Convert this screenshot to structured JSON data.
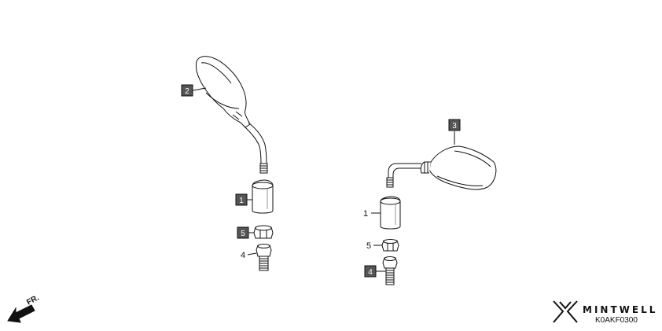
{
  "diagram": {
    "callouts": {
      "left_mirror": "2",
      "left_cap": "1",
      "left_nut": "5",
      "left_adapter": "4",
      "right_mirror": "3",
      "right_cap": "1",
      "right_nut": "5",
      "right_adapter": "4"
    },
    "direction_label": "FR.",
    "diagram_code": "K0AKF0300"
  },
  "watermark": {
    "brand": "MINTWELL"
  },
  "colors": {
    "line": "#111111",
    "callout_box": "#555555",
    "callout_text": "#ffffff"
  }
}
